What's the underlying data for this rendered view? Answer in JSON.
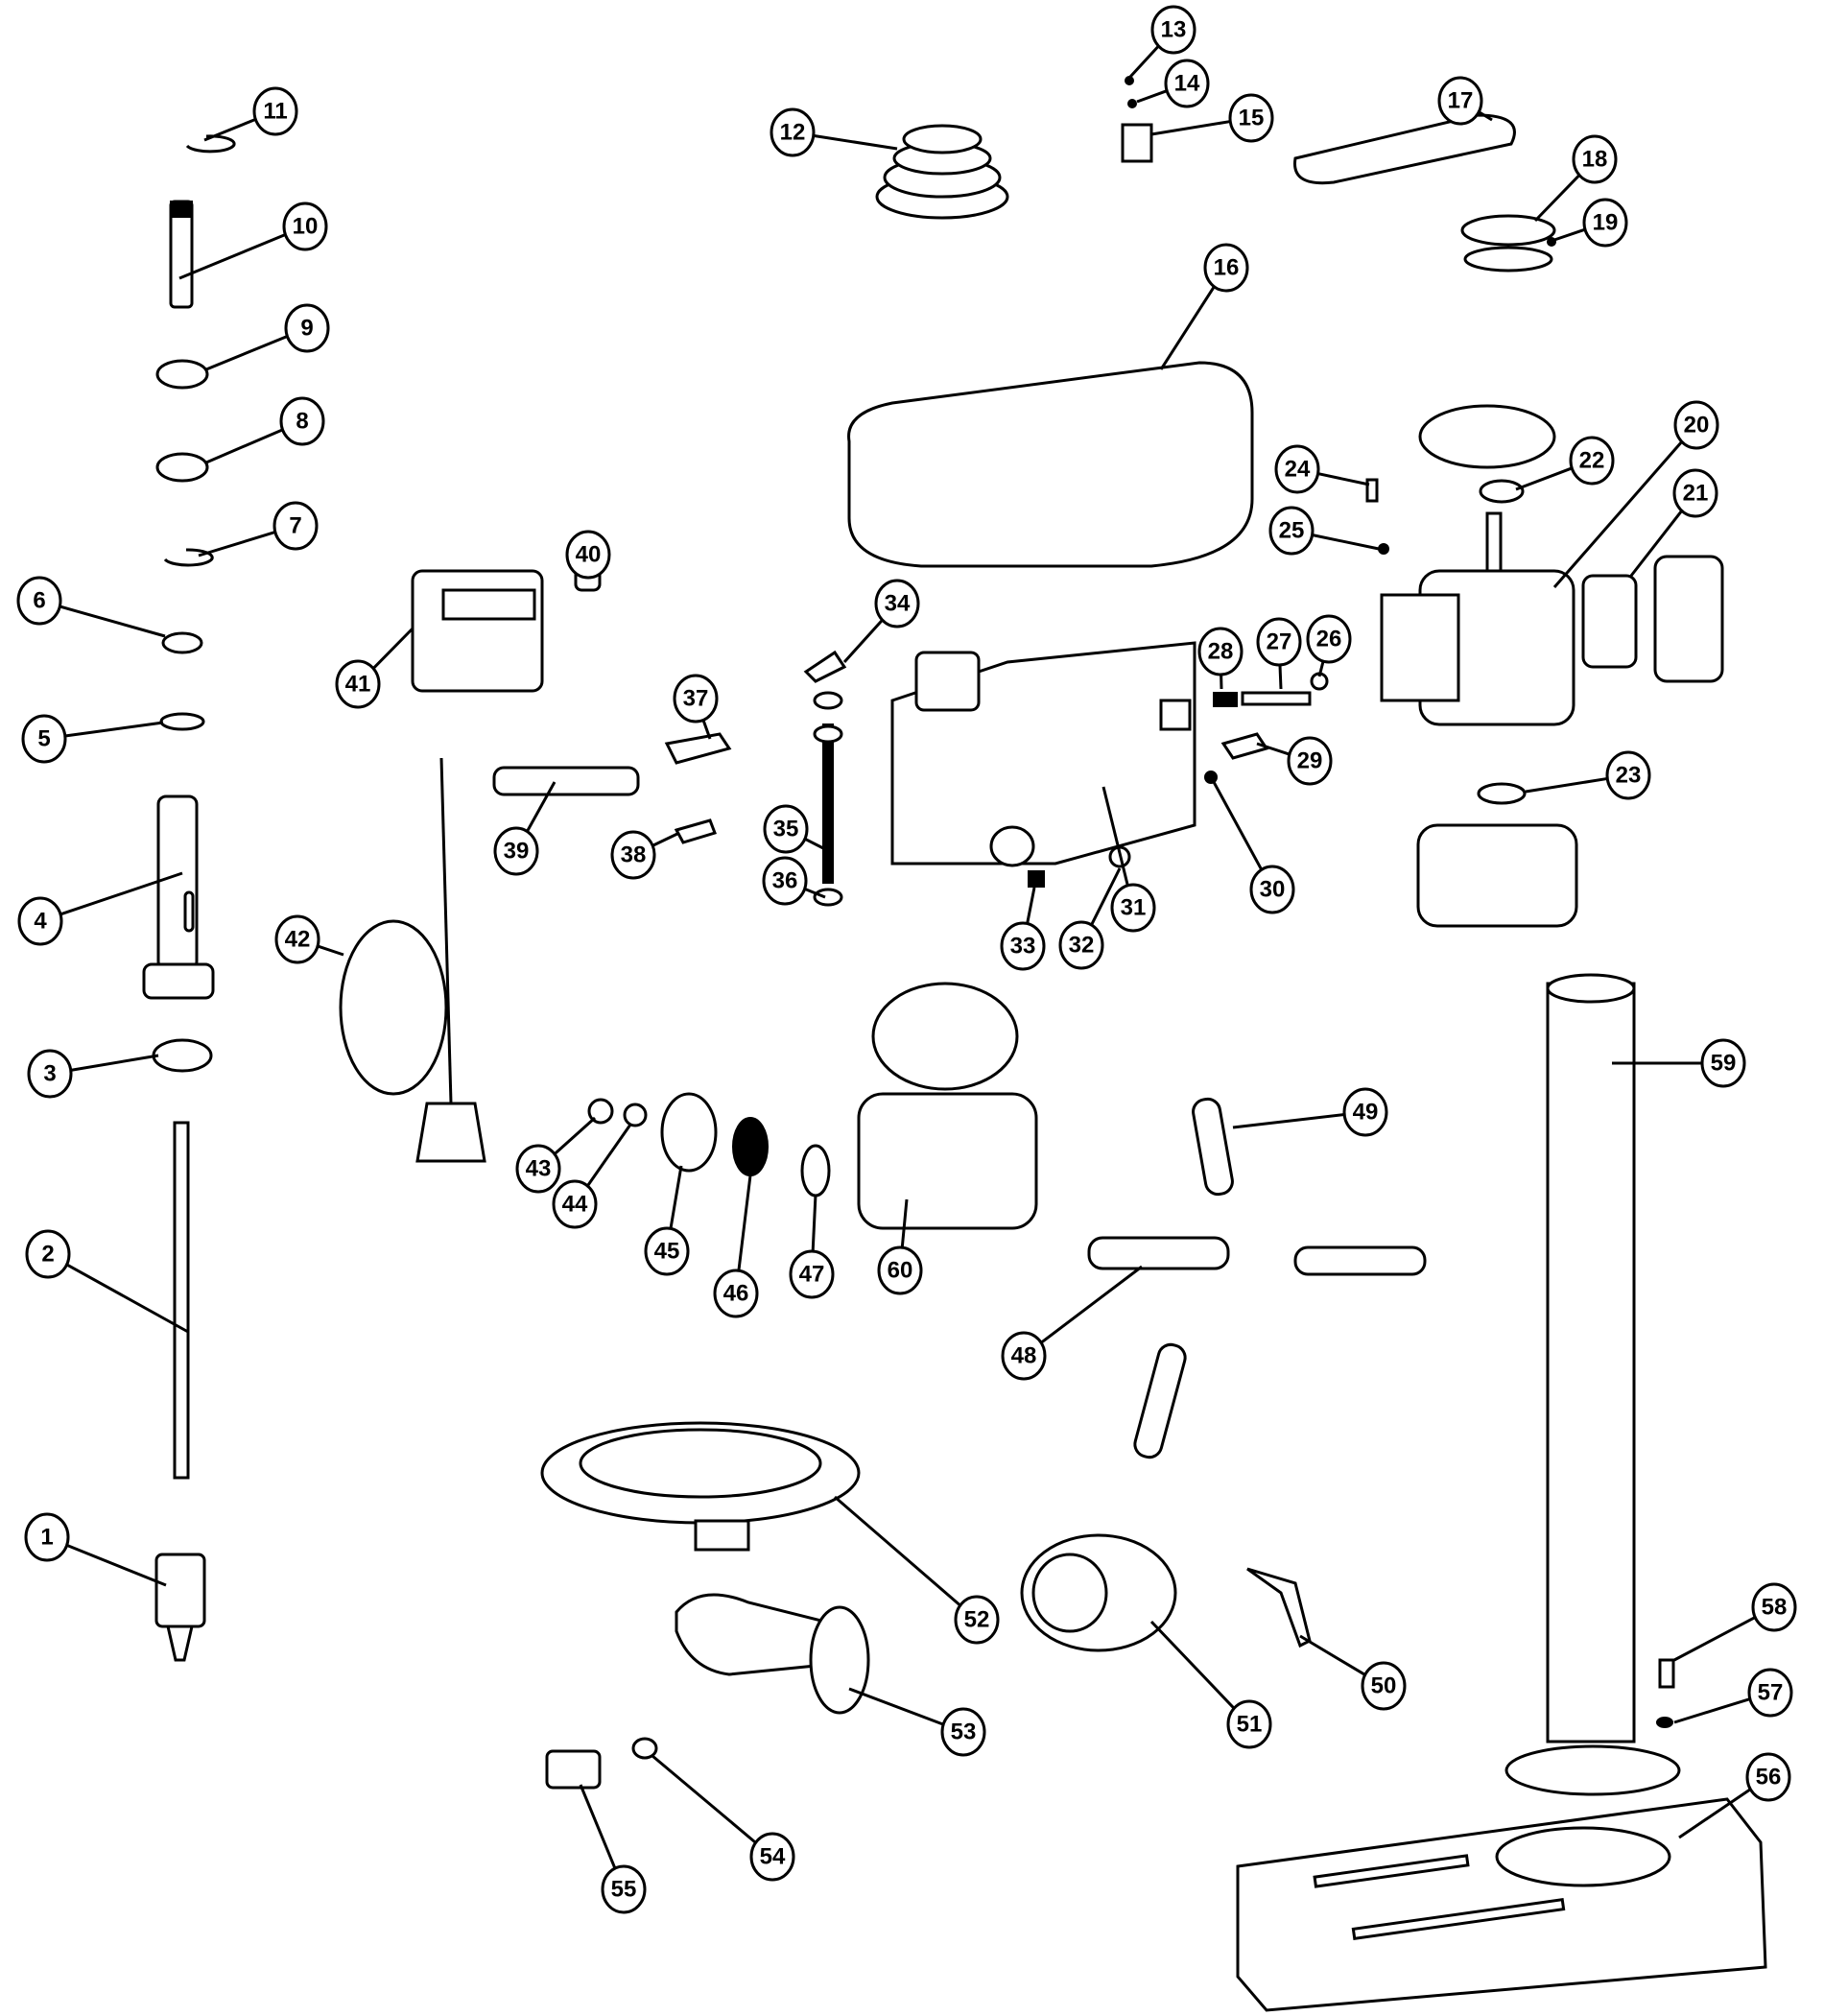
{
  "diagram": {
    "title": "Drill Press Exploded Parts Diagram",
    "callouts": [
      {
        "id": "1",
        "label": "1"
      },
      {
        "id": "2",
        "label": "2"
      },
      {
        "id": "3",
        "label": "3"
      },
      {
        "id": "4",
        "label": "4"
      },
      {
        "id": "5",
        "label": "5"
      },
      {
        "id": "6",
        "label": "6"
      },
      {
        "id": "7",
        "label": "7"
      },
      {
        "id": "8",
        "label": "8"
      },
      {
        "id": "9",
        "label": "9"
      },
      {
        "id": "10",
        "label": "10"
      },
      {
        "id": "11",
        "label": "11"
      },
      {
        "id": "12",
        "label": "12"
      },
      {
        "id": "13",
        "label": "13"
      },
      {
        "id": "14",
        "label": "14"
      },
      {
        "id": "15",
        "label": "15"
      },
      {
        "id": "16",
        "label": "16"
      },
      {
        "id": "17",
        "label": "17"
      },
      {
        "id": "18",
        "label": "18"
      },
      {
        "id": "19",
        "label": "19"
      },
      {
        "id": "20",
        "label": "20"
      },
      {
        "id": "21",
        "label": "21"
      },
      {
        "id": "22",
        "label": "22"
      },
      {
        "id": "23",
        "label": "23"
      },
      {
        "id": "24",
        "label": "24"
      },
      {
        "id": "25",
        "label": "25"
      },
      {
        "id": "26",
        "label": "26"
      },
      {
        "id": "27",
        "label": "27"
      },
      {
        "id": "28",
        "label": "28"
      },
      {
        "id": "29",
        "label": "29"
      },
      {
        "id": "30",
        "label": "30"
      },
      {
        "id": "31",
        "label": "31"
      },
      {
        "id": "32",
        "label": "32"
      },
      {
        "id": "33",
        "label": "33"
      },
      {
        "id": "34",
        "label": "34"
      },
      {
        "id": "35",
        "label": "35"
      },
      {
        "id": "36",
        "label": "36"
      },
      {
        "id": "37",
        "label": "37"
      },
      {
        "id": "38",
        "label": "38"
      },
      {
        "id": "39",
        "label": "39"
      },
      {
        "id": "40",
        "label": "40"
      },
      {
        "id": "41",
        "label": "41"
      },
      {
        "id": "42",
        "label": "42"
      },
      {
        "id": "43",
        "label": "43"
      },
      {
        "id": "44",
        "label": "44"
      },
      {
        "id": "45",
        "label": "45"
      },
      {
        "id": "46",
        "label": "46"
      },
      {
        "id": "47",
        "label": "47"
      },
      {
        "id": "48",
        "label": "48"
      },
      {
        "id": "49",
        "label": "49"
      },
      {
        "id": "50",
        "label": "50"
      },
      {
        "id": "51",
        "label": "51"
      },
      {
        "id": "52",
        "label": "52"
      },
      {
        "id": "53",
        "label": "53"
      },
      {
        "id": "54",
        "label": "54"
      },
      {
        "id": "55",
        "label": "55"
      },
      {
        "id": "56",
        "label": "56"
      },
      {
        "id": "57",
        "label": "57"
      },
      {
        "id": "58",
        "label": "58"
      },
      {
        "id": "59",
        "label": "59"
      },
      {
        "id": "60",
        "label": "60"
      }
    ],
    "colors": {
      "line": "#000000",
      "background": "#ffffff"
    }
  }
}
